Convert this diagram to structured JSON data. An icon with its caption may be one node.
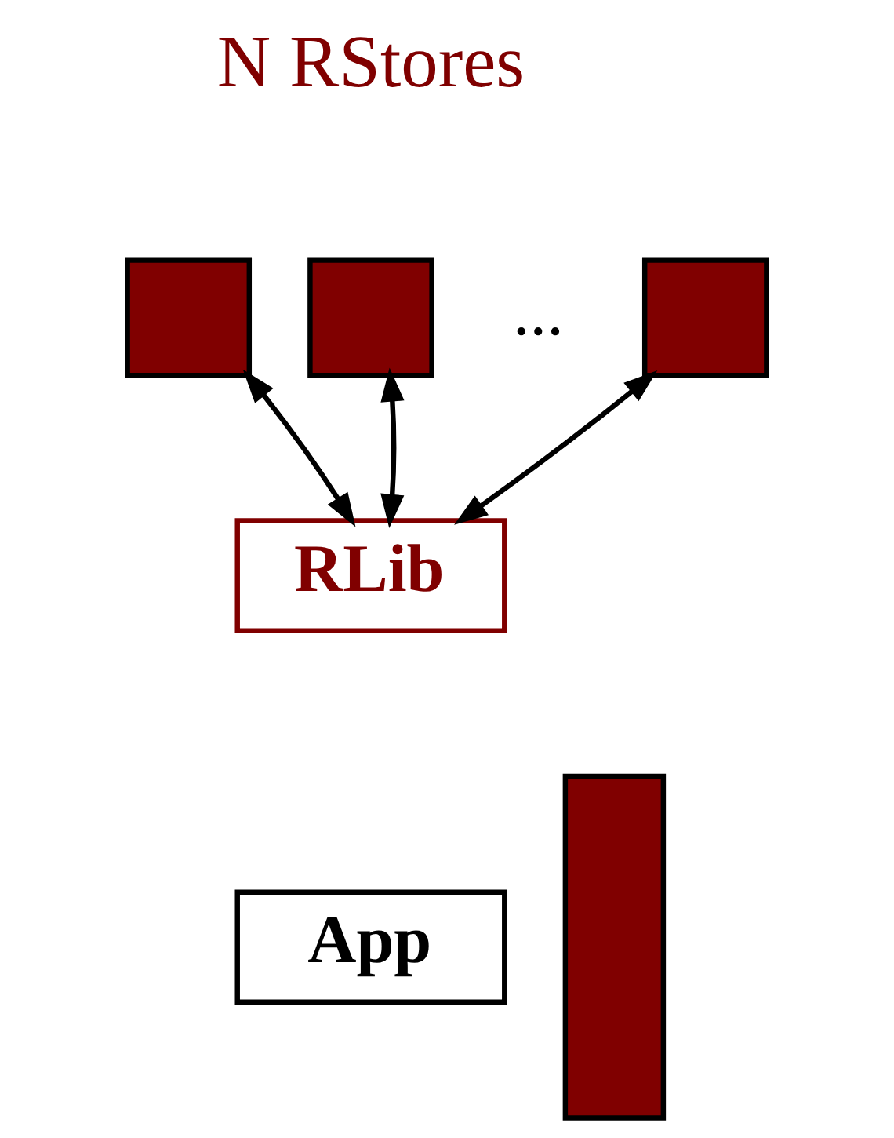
{
  "diagram": {
    "nodes": [
      {
        "text": [],
        "shape": "box"
      },
      {
        "text": [],
        "shape": "box"
      },
      {
        "text": [],
        "shape": "box"
      },
      {
        "text": [
          "RLib"
        ]
      },
      {
        "text": [
          "App"
        ]
      },
      {
        "text": [],
        "shape": "box"
      }
    ],
    "edges": [
      {
        "from": 3,
        "to": 0,
        "arrow": "both"
      },
      {
        "from": 3,
        "to": 1,
        "arrow": "both"
      },
      {
        "from": 3,
        "to": 2,
        "arrow": "both"
      }
    ],
    "labels": [
      "N RStores",
      "..."
    ]
  }
}
